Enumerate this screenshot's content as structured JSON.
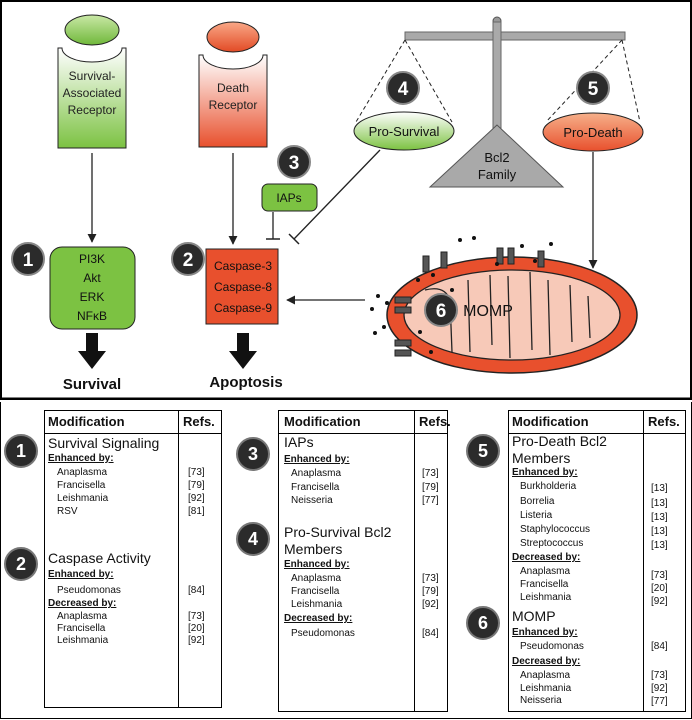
{
  "top": {
    "survival_receptor": [
      "Survival-",
      "Associated",
      "Receptor"
    ],
    "death_receptor": [
      "Death",
      "Receptor"
    ],
    "survival_kinases": [
      "PI3K",
      "Akt",
      "ERK",
      "NFκB"
    ],
    "caspases": [
      "Caspase-3",
      "Caspase-8",
      "Caspase-9"
    ],
    "iaps": "IAPs",
    "pro_survival": "Pro-Survival",
    "pro_death": "Pro-Death",
    "bcl2_family": [
      "Bcl2",
      "Family"
    ],
    "momp": "MOMP",
    "outcome_survival": "Survival",
    "outcome_apoptosis": "Apoptosis",
    "badges": [
      "1",
      "2",
      "3",
      "4",
      "5",
      "6"
    ]
  },
  "colors": {
    "green": "#7cc242",
    "green_light": "#b7dd8e",
    "red": "#e8502d",
    "orange_light": "#f6b08a",
    "mito_inner": "#f7c9b8",
    "gray": "#a9a9a9"
  },
  "tables": {
    "header_mod": "Modification",
    "header_refs": "Refs.",
    "t1": {
      "s1": {
        "title": "Survival Signaling",
        "enh_label": "Enhanced by:",
        "enhanced": [
          [
            "Anaplasma",
            "[73]"
          ],
          [
            "Francisella",
            "[79]"
          ],
          [
            "Leishmania",
            "[92]"
          ],
          [
            "RSV",
            "[81]"
          ]
        ]
      },
      "s2": {
        "title": "Caspase Activity",
        "enh_label": "Enhanced by:",
        "enhanced": [
          [
            "Pseudomonas",
            "[84]"
          ]
        ],
        "dec_label": "Decreased by:",
        "decreased": [
          [
            "Anaplasma",
            "[73]"
          ],
          [
            "Francisella",
            "[20]"
          ],
          [
            "Leishmania",
            "[92]"
          ]
        ]
      }
    },
    "t2": {
      "s3": {
        "title": "IAPs",
        "enh_label": "Enhanced by:",
        "enhanced": [
          [
            "Anaplasma",
            "[73]"
          ],
          [
            "Francisella",
            "[79]"
          ],
          [
            "Neisseria",
            "[77]"
          ]
        ]
      },
      "s4": {
        "title": [
          "Pro-Survival Bcl2",
          "Members"
        ],
        "enh_label": "Enhanced by:",
        "enhanced": [
          [
            "Anaplasma",
            "[73]"
          ],
          [
            "Francisella",
            "[79]"
          ],
          [
            "Leishmania",
            "[92]"
          ]
        ],
        "dec_label": "Decreased by:",
        "decreased": [
          [
            "Pseudomonas",
            "[84]"
          ]
        ]
      }
    },
    "t3": {
      "s5": {
        "title": [
          "Pro-Death Bcl2",
          "Members"
        ],
        "enh_label": "Enhanced by:",
        "enhanced": [
          [
            "Burkholderia",
            "[13]"
          ],
          [
            "Borrelia",
            "[13]"
          ],
          [
            "Listeria",
            "[13]"
          ],
          [
            "Staphylococcus",
            "[13]"
          ],
          [
            "Streptococcus",
            "[13]"
          ]
        ],
        "dec_label": "Decreased by:",
        "decreased": [
          [
            "Anaplasma",
            "[73]"
          ],
          [
            "Francisella",
            "[20]"
          ],
          [
            "Leishmania",
            "[92]"
          ]
        ]
      },
      "s6": {
        "title": "MOMP",
        "enh_label": "Enhanced by:",
        "enhanced": [
          [
            "Pseudomonas",
            "[84]"
          ]
        ],
        "dec_label": "Decreased by:",
        "decreased": [
          [
            "Anaplasma",
            "[73]"
          ],
          [
            "Leishmania",
            "[92]"
          ],
          [
            "Neisseria",
            "[77]"
          ]
        ]
      }
    }
  }
}
